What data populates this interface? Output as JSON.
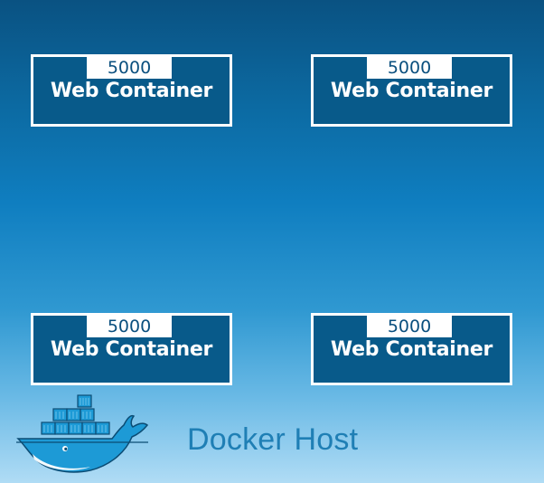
{
  "containers": [
    {
      "port": "5000",
      "title": "Web Container"
    },
    {
      "port": "5000",
      "title": "Web Container"
    },
    {
      "port": "5000",
      "title": "Web Container"
    },
    {
      "port": "5000",
      "title": "Web Container"
    }
  ],
  "host": {
    "label": "Docker Host",
    "logo_icon": "docker-whale-icon"
  },
  "colors": {
    "background_top": "#0a5282",
    "background_bottom": "#b0dcf5",
    "box_fill": "#085a8a",
    "box_border": "#ffffff",
    "port_text": "#0a4f7e",
    "host_text": "#1f7fb5",
    "whale_body": "#1d9ad6"
  }
}
